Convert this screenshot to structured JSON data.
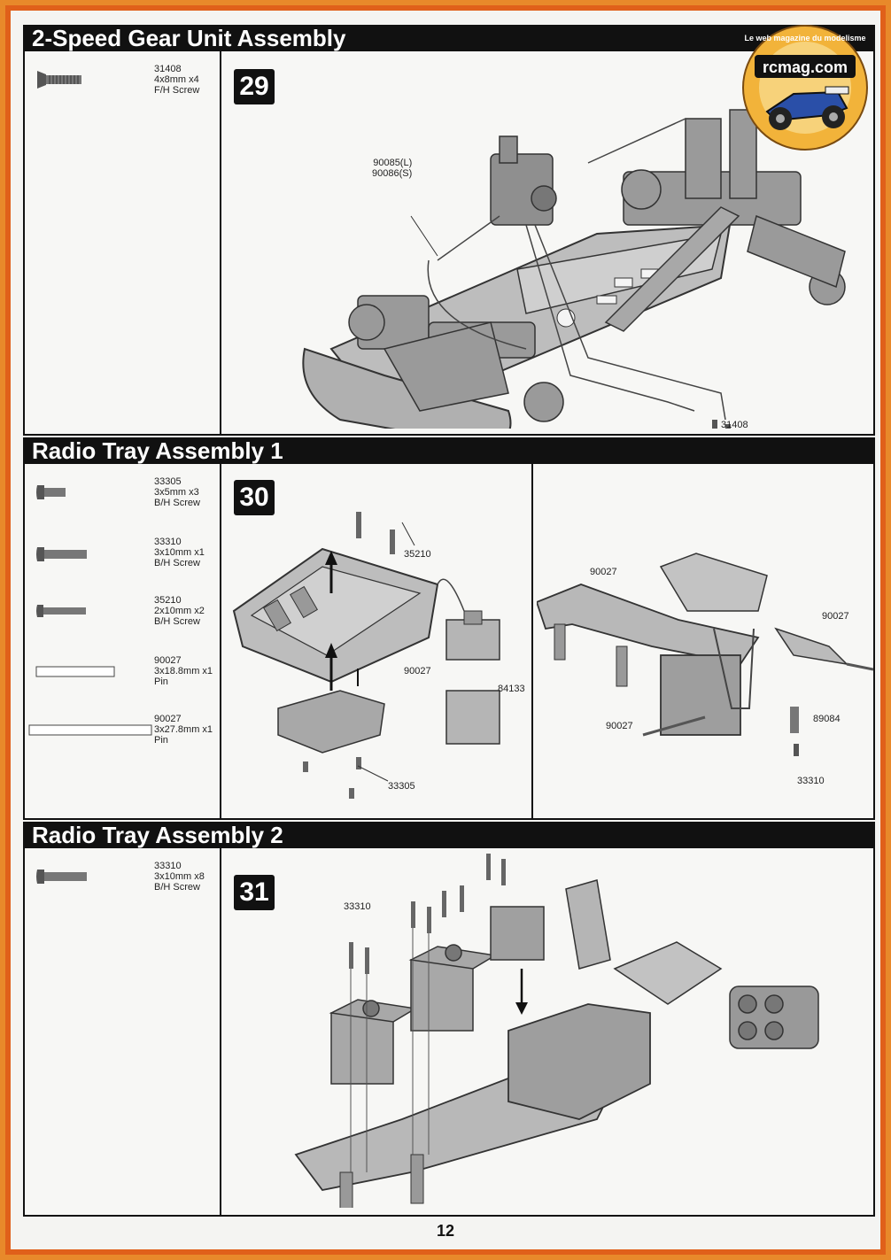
{
  "logo": {
    "tagline": "Le web magazine du modelisme",
    "brand": "rcmag.com",
    "colors": {
      "ring": "#f2b33a",
      "text": "#ffffff",
      "brand_bg": "#111111"
    }
  },
  "sections": [
    {
      "title": "2-Speed Gear Unit Assembly",
      "step": "29",
      "parts": [
        {
          "code": "31408",
          "desc": "4x8mm x4\nF/H Screw",
          "icon": "flat-head-screw-icon"
        }
      ],
      "callouts": [
        {
          "text": "90085(L)\n90086(S)"
        },
        {
          "text": "31408"
        }
      ]
    },
    {
      "title": "Radio Tray Assembly 1",
      "step": "30",
      "parts": [
        {
          "code": "33305",
          "desc": "3x5mm x3\nB/H Screw",
          "icon": "button-head-screw-icon"
        },
        {
          "code": "33310",
          "desc": "3x10mm x1\nB/H Screw",
          "icon": "button-head-screw-icon"
        },
        {
          "code": "35210",
          "desc": "2x10mm x2\nB/H Screw",
          "icon": "button-head-screw-icon"
        },
        {
          "code": "90027",
          "desc": "3x18.8mm x1\nPin",
          "icon": "pin-icon"
        },
        {
          "code": "90027",
          "desc": "3x27.8mm x1\nPin",
          "icon": "pin-icon"
        }
      ],
      "callouts_left": [
        {
          "text": "35210"
        },
        {
          "text": "90027"
        },
        {
          "text": "84133"
        },
        {
          "text": "33305"
        }
      ],
      "callouts_right": [
        {
          "text": "90027"
        },
        {
          "text": "90027"
        },
        {
          "text": "90027"
        },
        {
          "text": "89084"
        },
        {
          "text": "33310"
        }
      ]
    },
    {
      "title": "Radio Tray Assembly 2",
      "step": "31",
      "parts": [
        {
          "code": "33310",
          "desc": "3x10mm x8\nB/H Screw",
          "icon": "button-head-screw-icon"
        }
      ],
      "callouts": [
        {
          "text": "33310"
        }
      ]
    }
  ],
  "page_number": "12"
}
